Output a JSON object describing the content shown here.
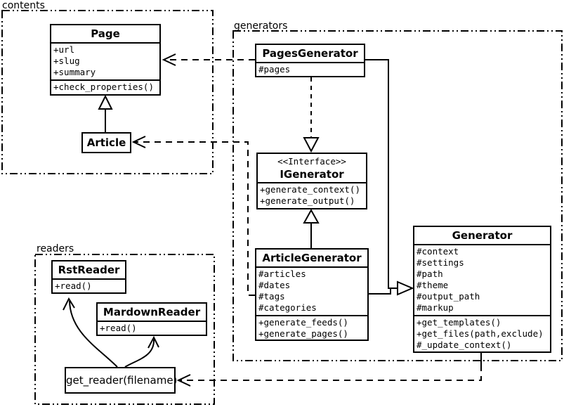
{
  "packages": {
    "contents": {
      "label": "contents"
    },
    "generators": {
      "label": "generators"
    },
    "readers": {
      "label": "readers"
    }
  },
  "classes": {
    "page": {
      "name": "Page",
      "attributes": [
        "+url",
        "+slug",
        "+summary"
      ],
      "methods": [
        "+check_properties()"
      ]
    },
    "article": {
      "name": "Article"
    },
    "pages_generator": {
      "name": "PagesGenerator",
      "attributes": [
        "#pages"
      ]
    },
    "igenerator": {
      "stereotype": "<<Interface>>",
      "name": "IGenerator",
      "methods": [
        "+generate_context()",
        "+generate_output()"
      ]
    },
    "article_generator": {
      "name": "ArticleGenerator",
      "attributes": [
        "#articles",
        "#dates",
        "#tags",
        "#categories"
      ],
      "methods": [
        "+generate_feeds()",
        "+generate_pages()"
      ]
    },
    "generator": {
      "name": "Generator",
      "attributes": [
        "#context",
        "#settings",
        "#path",
        "#theme",
        "#output_path",
        "#markup"
      ],
      "methods": [
        "+get_templates()",
        "+get_files(path,exclude)",
        "#_update_context()"
      ]
    },
    "rst_reader": {
      "name": "RstReader",
      "methods": [
        "+read()"
      ]
    },
    "mardown_reader": {
      "name": "MardownReader",
      "methods": [
        "+read()"
      ]
    },
    "get_reader": {
      "label": "get_reader(filename)"
    }
  },
  "relationships": [
    {
      "type": "generalization",
      "from": "Article",
      "to": "Page"
    },
    {
      "type": "realization",
      "from": "PagesGenerator",
      "to": "IGenerator"
    },
    {
      "type": "generalization",
      "from": "ArticleGenerator",
      "to": "IGenerator"
    },
    {
      "type": "generalization",
      "from": "PagesGenerator",
      "to": "Generator"
    },
    {
      "type": "generalization",
      "from": "ArticleGenerator",
      "to": "Generator"
    },
    {
      "type": "dependency",
      "from": "PagesGenerator",
      "to": "Page"
    },
    {
      "type": "dependency",
      "from": "ArticleGenerator",
      "to": "Article"
    },
    {
      "type": "dependency",
      "from": "Generator",
      "to": "get_reader(filename)"
    },
    {
      "type": "arrow",
      "from": "get_reader(filename)",
      "to": "RstReader"
    },
    {
      "type": "arrow",
      "from": "get_reader(filename)",
      "to": "MardownReader"
    }
  ],
  "colors": {
    "line": "#000000",
    "background": "#ffffff",
    "box_fill": "#ffffff"
  }
}
